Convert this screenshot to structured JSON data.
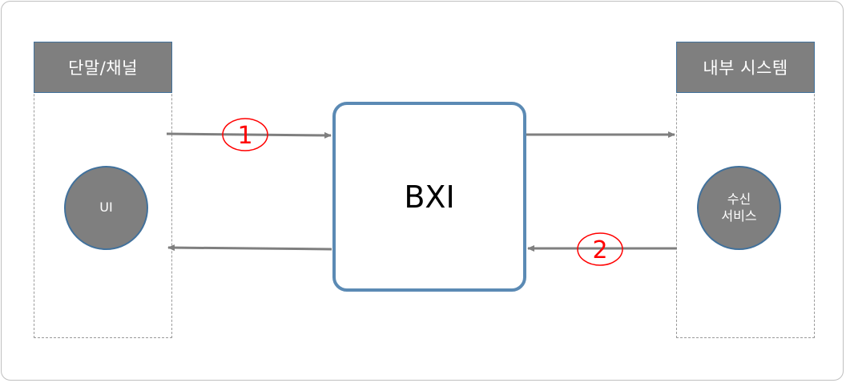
{
  "lanes": {
    "left_title": "단말/채널",
    "right_title": "내부 시스템"
  },
  "nodes": {
    "ui_label": "UI",
    "service_label_line1": "수신",
    "service_label_line2": "서비스"
  },
  "center": {
    "label": "BXI"
  },
  "steps": {
    "step1": "1",
    "step2": "2"
  },
  "colors": {
    "node_fill": "#7f7f7f",
    "node_border": "#41719c",
    "bxi_border": "#5b8ab4",
    "arrow": "#7f7f7f",
    "step_marker": "#ff0000"
  }
}
